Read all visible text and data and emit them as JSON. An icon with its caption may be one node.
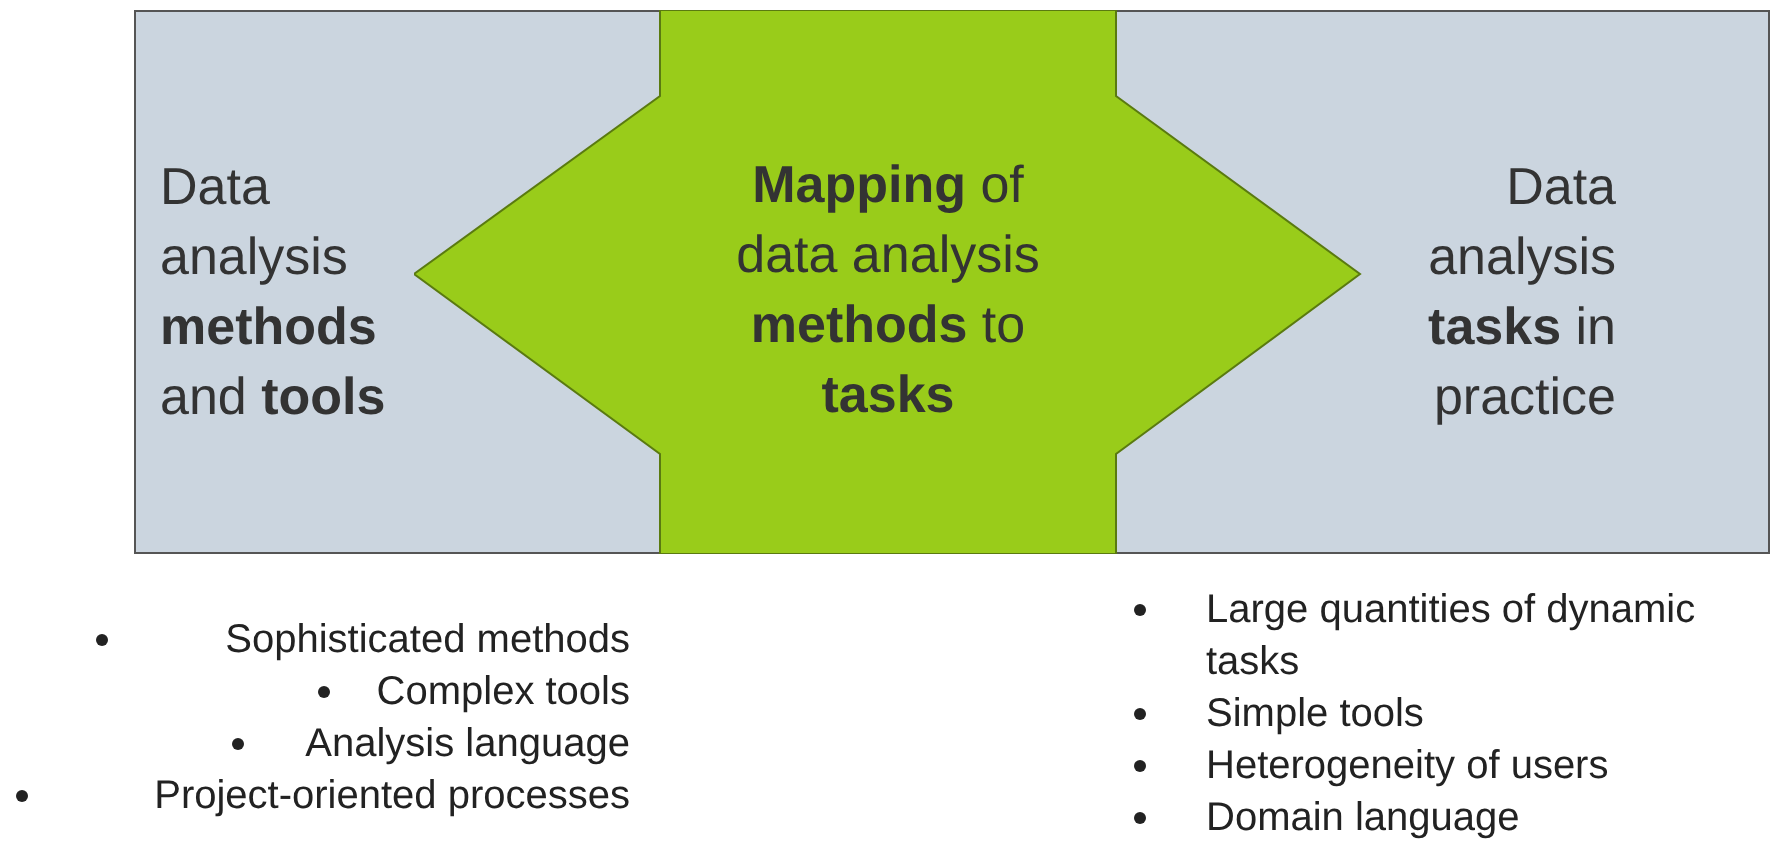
{
  "diagram": {
    "nodes": [
      {
        "text": [
          "Data analysis **methods** and **tools**"
        ]
      },
      {
        "text": [
          "**Mapping** of data analysis **methods** to **tasks**"
        ]
      },
      {
        "text": [
          "Data analysis **tasks** in practice"
        ]
      }
    ],
    "labels": [
      "Sophisticated methods",
      "Complex tools",
      "Analysis language",
      "Project-oriented processes",
      "Large quantities of dynamic tasks",
      "Simple tools",
      "Heterogeneity of users",
      "Domain language"
    ]
  }
}
